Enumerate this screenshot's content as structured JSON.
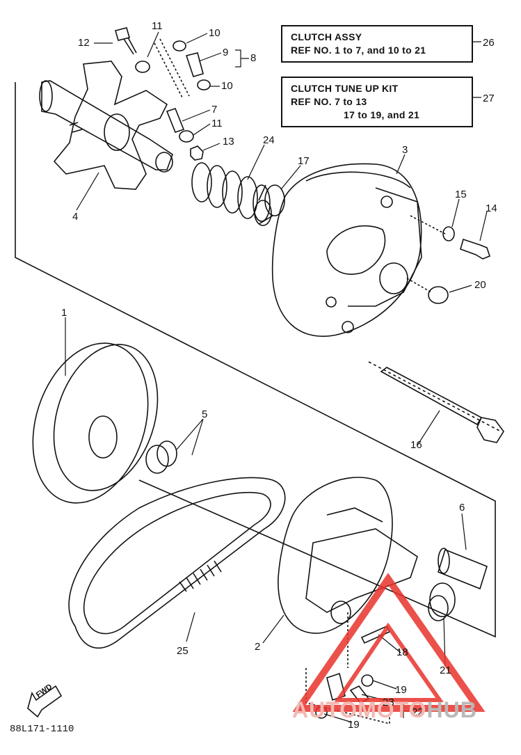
{
  "boxes": {
    "clutch_assy": {
      "line1": "CLUTCH ASSY",
      "line2": "REF NO. 1 to 7, and 10 to 21",
      "ref": "26"
    },
    "tune_up_kit": {
      "line1": "CLUTCH TUNE UP KIT",
      "line2": "REF NO. 7 to 13",
      "line3": "17 to 19, and 21",
      "ref": "27"
    }
  },
  "callouts": {
    "p1": "1",
    "p2": "2",
    "p3": "3",
    "p4": "4",
    "p5": "5",
    "p6": "6",
    "p7": "7",
    "p8": "8",
    "p9": "9",
    "p10a": "10",
    "p10b": "10",
    "p11a": "11",
    "p11b": "11",
    "p12": "12",
    "p13": "13",
    "p14": "14",
    "p15": "15",
    "p16": "16",
    "p17": "17",
    "p18": "18",
    "p19a": "19",
    "p19b": "19",
    "p20": "20",
    "p21": "21",
    "p22": "22",
    "p23": "23",
    "p24": "24",
    "p25": "25"
  },
  "diagram_code": "88L171-1110",
  "fwd_label": "FWD",
  "watermark": {
    "part1": "AUTOMOTO",
    "part2": "HUB",
    "color": "#e8322a"
  }
}
